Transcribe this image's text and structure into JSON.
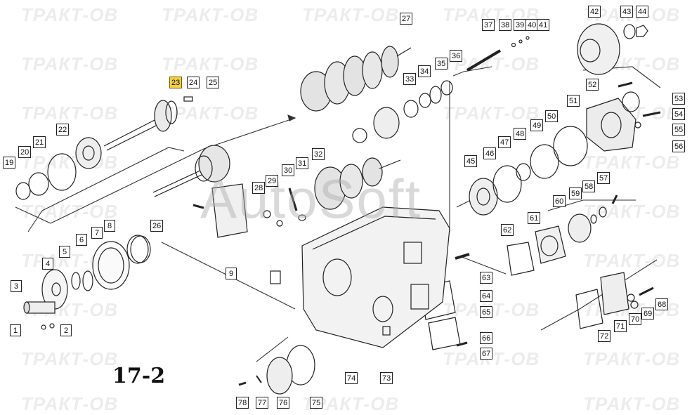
{
  "figure_number": "17-2",
  "watermark": "ТРАКТ-ОВ",
  "watermark_center": "AutoSoft",
  "highlight_color": "#f4d03f",
  "highlighted_callout": "23",
  "callouts": {
    "c1": "1",
    "c2": "2",
    "c3": "3",
    "c4": "4",
    "c5": "5",
    "c6": "6",
    "c7": "7",
    "c8": "8",
    "c9": "9",
    "c19": "19",
    "c20": "20",
    "c21": "21",
    "c22": "22",
    "c23": "23",
    "c24": "24",
    "c25": "25",
    "c26": "26",
    "c27": "27",
    "c28": "28",
    "c29": "29",
    "c30": "30",
    "c31": "31",
    "c32": "32",
    "c33": "33",
    "c34": "34",
    "c35": "35",
    "c36": "36",
    "c37": "37",
    "c38": "38",
    "c39": "39",
    "c40": "40",
    "c41": "41",
    "c42": "42",
    "c43": "43",
    "c44": "44",
    "c45": "45",
    "c46": "46",
    "c47": "47",
    "c48": "48",
    "c49": "49",
    "c50": "50",
    "c51": "51",
    "c52": "52",
    "c53": "53",
    "c54": "54",
    "c55": "55",
    "c56": "56",
    "c57": "57",
    "c58": "58",
    "c59": "59",
    "c60": "60",
    "c61": "61",
    "c62": "62",
    "c63": "63",
    "c64": "64",
    "c65": "65",
    "c66": "66",
    "c67": "67",
    "c68": "68",
    "c69": "69",
    "c70": "70",
    "c71": "71",
    "c72": "72",
    "c73": "73",
    "c74": "74",
    "c75": "75",
    "c76": "76",
    "c77": "77",
    "c78": "78"
  }
}
